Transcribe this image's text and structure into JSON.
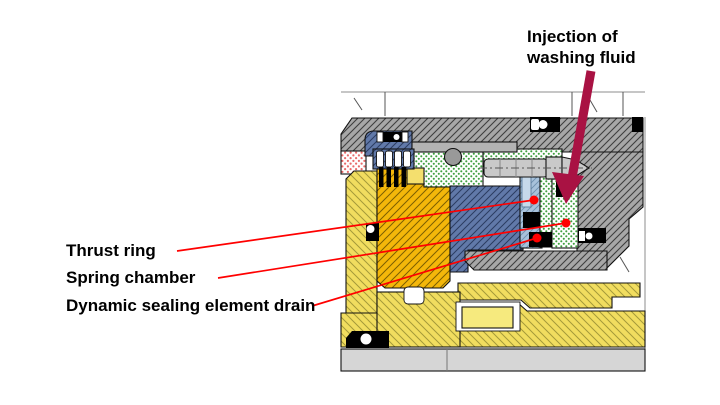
{
  "figure": {
    "callouts": {
      "injection": {
        "label": "Injection of washing fluid"
      },
      "thrust_ring": {
        "label": "Thrust ring"
      },
      "spring_chamber": {
        "label": "Spring chamber"
      },
      "drain": {
        "label": "Dynamic sealing element drain"
      }
    },
    "colors": {
      "arrow": "#A91243",
      "leader": "#FF0000",
      "marker": "#FF0000",
      "gray": "#A7A7A7",
      "gold": "#F4B70A",
      "pale": "#F1DD5F",
      "blue": "#6179A9",
      "lblue": "#A8C2DB",
      "green": "#3FA03F",
      "reddots": "#E86A6A",
      "shaft": "#D6D6D6",
      "key": "#F6EA7E",
      "bolt": "#C9C9C9",
      "text": "#000000"
    }
  }
}
